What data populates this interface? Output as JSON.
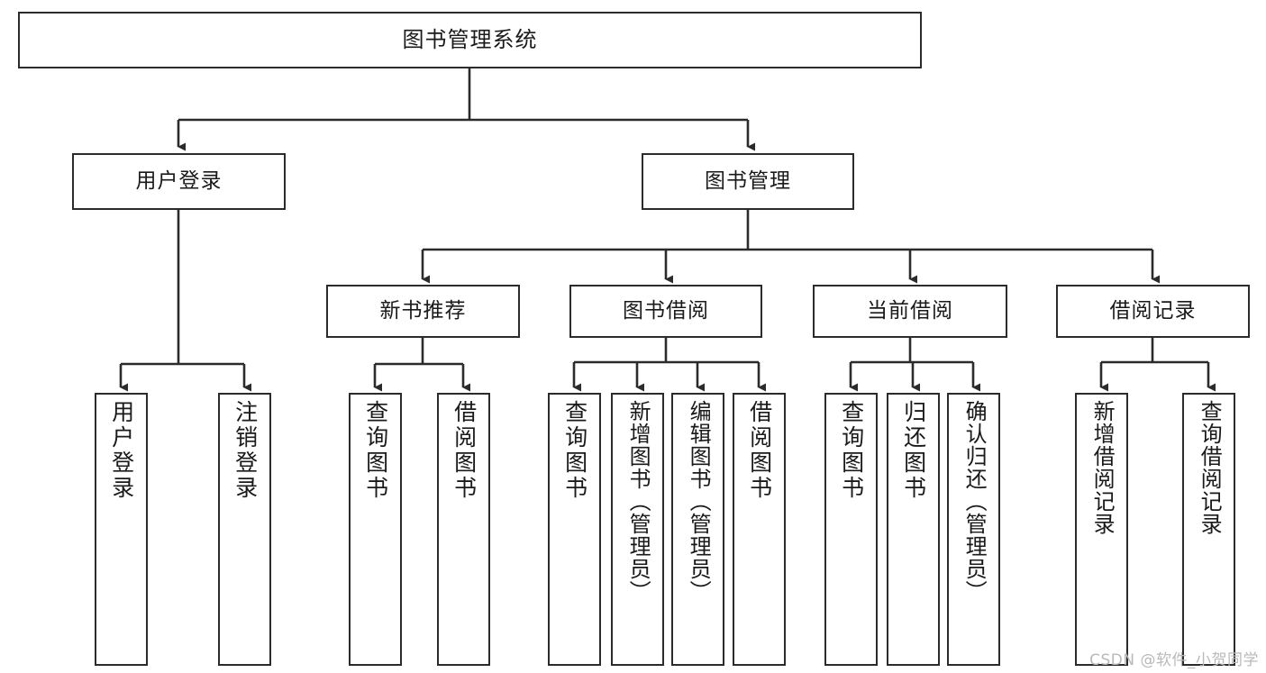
{
  "diagram": {
    "title": "图书管理系统",
    "type": "tree-hierarchy",
    "watermark": "CSDN @软件_小贺同学",
    "colors": {
      "border": "#2b2b2b",
      "background": "#ffffff",
      "text": "#1a1a1a",
      "edge": "#2b2b2b",
      "watermark": "#b9b9b9"
    },
    "levels": {
      "root": "图书管理系统",
      "level2": [
        "用户登录",
        "图书管理"
      ],
      "level3": [
        "新书推荐",
        "图书借阅",
        "当前借阅",
        "借阅记录"
      ]
    },
    "nodes": {
      "root": {
        "label": "图书管理系统"
      },
      "user_login": {
        "label": "用户登录"
      },
      "book_manage": {
        "label": "图书管理"
      },
      "new_book_rec": {
        "label": "新书推荐"
      },
      "book_borrow": {
        "label": "图书借阅"
      },
      "current_borrow": {
        "label": "当前借阅"
      },
      "borrow_record": {
        "label": "借阅记录"
      },
      "leaf_user_login": {
        "label": "用户登录"
      },
      "leaf_logout": {
        "label": "注销登录"
      },
      "leaf_query_book_1": {
        "label": "查询图书"
      },
      "leaf_borrow_book_1": {
        "label": "借阅图书"
      },
      "leaf_query_book_2": {
        "label": "查询图书"
      },
      "leaf_add_book_admin": {
        "label": "新增图书（管理员）"
      },
      "leaf_edit_book_admin": {
        "label": "编辑图书（管理员）"
      },
      "leaf_borrow_book_2": {
        "label": "借阅图书"
      },
      "leaf_query_book_3": {
        "label": "查询图书"
      },
      "leaf_return_book": {
        "label": "归还图书"
      },
      "leaf_confirm_return_admin": {
        "label": "确认归还（管理员）"
      },
      "leaf_add_record": {
        "label": "新增借阅记录"
      },
      "leaf_query_record": {
        "label": "查询借阅记录"
      }
    },
    "edges": [
      {
        "from": "root",
        "to": "user_login"
      },
      {
        "from": "root",
        "to": "book_manage"
      },
      {
        "from": "user_login",
        "to": "leaf_user_login"
      },
      {
        "from": "user_login",
        "to": "leaf_logout"
      },
      {
        "from": "book_manage",
        "to": "new_book_rec"
      },
      {
        "from": "book_manage",
        "to": "book_borrow"
      },
      {
        "from": "book_manage",
        "to": "current_borrow"
      },
      {
        "from": "book_manage",
        "to": "borrow_record"
      },
      {
        "from": "new_book_rec",
        "to": "leaf_query_book_1"
      },
      {
        "from": "new_book_rec",
        "to": "leaf_borrow_book_1"
      },
      {
        "from": "book_borrow",
        "to": "leaf_query_book_2"
      },
      {
        "from": "book_borrow",
        "to": "leaf_add_book_admin"
      },
      {
        "from": "book_borrow",
        "to": "leaf_edit_book_admin"
      },
      {
        "from": "book_borrow",
        "to": "leaf_borrow_book_2"
      },
      {
        "from": "current_borrow",
        "to": "leaf_query_book_3"
      },
      {
        "from": "current_borrow",
        "to": "leaf_return_book"
      },
      {
        "from": "current_borrow",
        "to": "leaf_confirm_return_admin"
      },
      {
        "from": "borrow_record",
        "to": "leaf_add_record"
      },
      {
        "from": "borrow_record",
        "to": "leaf_query_record"
      }
    ]
  }
}
